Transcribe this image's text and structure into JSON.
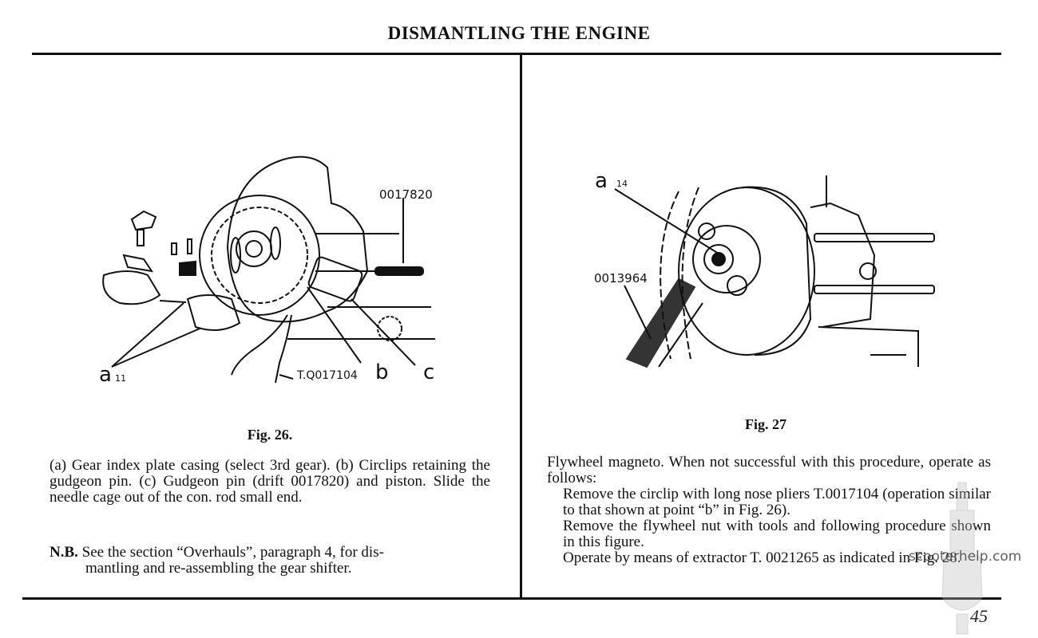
{
  "page": {
    "title": "DISMANTLING THE ENGINE",
    "page_number": "45",
    "watermark": "scooterhelp.com"
  },
  "left_column": {
    "figure": {
      "caption": "Fig. 26.",
      "labels": {
        "tool_drift": "0017820",
        "tool_pliers": "T.Q017104",
        "point_a": "a",
        "point_a_ref": "11",
        "point_b": "b",
        "point_c": "c"
      }
    },
    "paragraph": "(a) Gear index plate casing (select 3rd gear). (b) Circlips retaining the gudgeon pin. (c) Gudgeon pin (drift 0017820) and piston. Slide the needle cage out of the con. rod small end.",
    "note": {
      "label": "N.B.",
      "line1": " See the section “Overhauls”, paragraph 4, for dis-",
      "line2": "mantling and re-assembling the gear shifter."
    }
  },
  "right_column": {
    "figure": {
      "caption": "Fig. 27",
      "labels": {
        "point_a": "a",
        "point_a_ref": "14",
        "tool_spanner": "0013964"
      }
    },
    "intro": "Flywheel magneto. When not successful with this procedure, operate as follows:",
    "steps": [
      "Remove the circlip with long nose pliers T.0017104 (operation similar to that shown at point “b” in Fig. 26).",
      "Remove the flywheel nut with tools and following procedure shown in this figure.",
      "Operate by means of extractor T. 0021265 as indicated in Fig. 28."
    ]
  }
}
